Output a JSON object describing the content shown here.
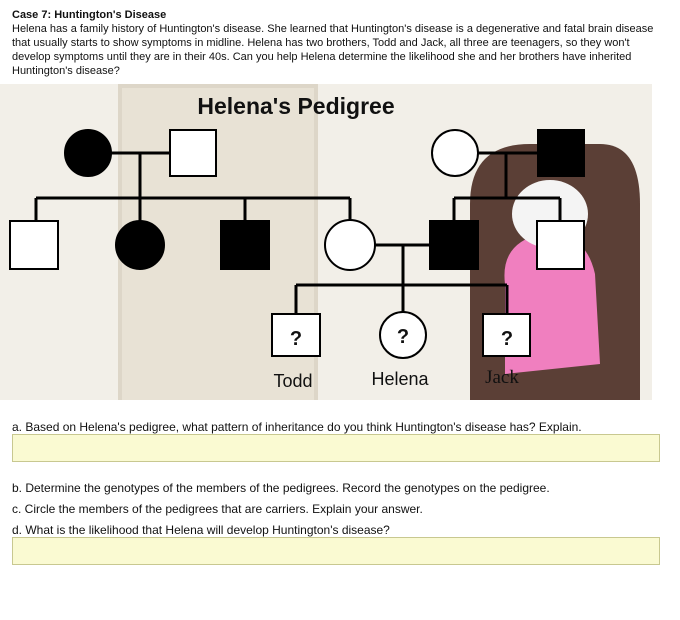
{
  "case": {
    "title": "Case 7: Huntington's Disease",
    "body": "Helena has a family history of Huntington's disease. She learned that Huntington's disease is a degenerative and fatal brain disease that usually starts to show symptoms in midline. Helena has two brothers, Todd and Jack, all three are teenagers, so they won't develop symptoms until they are in their 40s. Can you help Helena determine the likelihood she and her brothers have inherited Huntington's disease?"
  },
  "pedigree": {
    "title": "Helena's Pedigree",
    "unknown_mark": "?",
    "children": [
      {
        "name": "Todd",
        "mark": "?"
      },
      {
        "name": "Helena",
        "mark": "?"
      },
      {
        "name": "Jack",
        "mark": "?"
      }
    ],
    "colors": {
      "affected": "#000000",
      "unaffected": "#ffffff",
      "line": "#000000"
    }
  },
  "questions": {
    "a": "a. Based on Helena's pedigree, what pattern of inheritance do you think Huntington's disease has? Explain.",
    "b": "b. Determine the genotypes of the members of the pedigrees. Record the genotypes on the pedigree.",
    "c": "c. Circle the members of the pedigrees that are carriers. Explain your answer.",
    "d": "d. What is the likelihood that Helena will develop Huntington's disease?"
  },
  "answer_box_color": "#fafad2"
}
